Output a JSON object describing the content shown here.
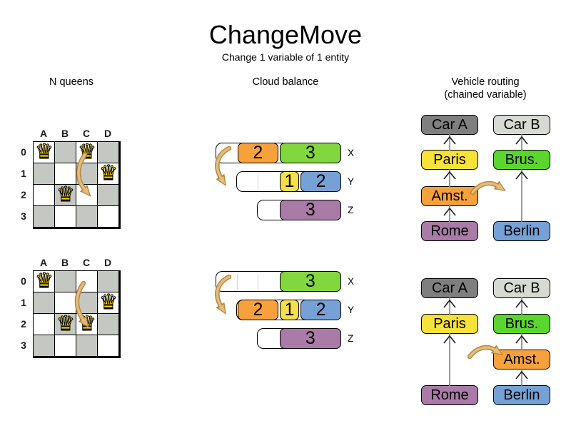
{
  "title": "ChangeMove",
  "subtitle": "Change 1 variable of 1 entity",
  "sections": {
    "nqueens": {
      "header": "N queens"
    },
    "cloud": {
      "header": "Cloud balance"
    },
    "vehicle": {
      "header": "Vehicle routing",
      "header2": "(chained variable)"
    }
  },
  "icons": {
    "queen": "♛",
    "move_arrow": "curved-tan-arrow",
    "chain_arrow": "up-chevron"
  },
  "colors": {
    "orange": "#f7a13c",
    "green": "#82d73e",
    "yellow": "#f5e04a",
    "blue": "#76a1d6",
    "purple": "#a97ba6",
    "car_a_gray": "#7f7f7f",
    "car_b_gray": "#d7dad3",
    "vr_green": "#5bd62e",
    "vr_yellow": "#f7e13b",
    "board_gray": "#c5c8c2",
    "arrow_tan": "#e4bc80",
    "arrow_tan_dark": "#b8863b",
    "line_gray": "#808080",
    "queen_gold": "#ffd700"
  },
  "nqueens": {
    "col_headers": [
      "A",
      "B",
      "C",
      "D"
    ],
    "row_headers": [
      "0",
      "1",
      "2",
      "3"
    ],
    "boards": [
      {
        "name": "before",
        "queens": [
          {
            "col": "A",
            "row": "0"
          },
          {
            "col": "C",
            "row": "0"
          },
          {
            "col": "D",
            "row": "1"
          },
          {
            "col": "B",
            "row": "2"
          }
        ],
        "move": {
          "from": "C0",
          "to": "C2"
        }
      },
      {
        "name": "after",
        "queens": [
          {
            "col": "A",
            "row": "0"
          },
          {
            "col": "D",
            "row": "1"
          },
          {
            "col": "B",
            "row": "2"
          },
          {
            "col": "C",
            "row": "2"
          }
        ],
        "move": {
          "from": "C0",
          "to": "C2"
        }
      }
    ]
  },
  "cloud": {
    "diagrams": [
      {
        "name": "before",
        "rows": [
          {
            "label": "X",
            "capacity": 6,
            "segments": [
              {
                "type": "empty",
                "size": 1
              },
              {
                "type": "block",
                "size": 2,
                "color": "orange",
                "value": "2"
              },
              {
                "type": "block",
                "size": 3,
                "color": "green",
                "value": "3"
              }
            ]
          },
          {
            "label": "Y",
            "capacity": 5,
            "segments": [
              {
                "type": "empty",
                "size": 2
              },
              {
                "type": "block",
                "size": 1,
                "color": "yellow",
                "value": "1"
              },
              {
                "type": "block",
                "size": 2,
                "color": "blue",
                "value": "2"
              }
            ]
          },
          {
            "label": "Z",
            "capacity": 4,
            "segments": [
              {
                "type": "empty",
                "size": 1
              },
              {
                "type": "block",
                "size": 3,
                "color": "purple",
                "value": "3"
              }
            ]
          }
        ],
        "move": {
          "block": "2",
          "from": "X",
          "to": "Y"
        }
      },
      {
        "name": "after",
        "rows": [
          {
            "label": "X",
            "capacity": 6,
            "segments": [
              {
                "type": "empty",
                "size": 3
              },
              {
                "type": "block",
                "size": 3,
                "color": "green",
                "value": "3"
              }
            ]
          },
          {
            "label": "Y",
            "capacity": 5,
            "segments": [
              {
                "type": "block",
                "size": 2,
                "color": "orange",
                "value": "2"
              },
              {
                "type": "block",
                "size": 1,
                "color": "yellow",
                "value": "1"
              },
              {
                "type": "block",
                "size": 2,
                "color": "blue",
                "value": "2"
              }
            ]
          },
          {
            "label": "Z",
            "capacity": 4,
            "segments": [
              {
                "type": "empty",
                "size": 1
              },
              {
                "type": "block",
                "size": 3,
                "color": "purple",
                "value": "3"
              }
            ]
          }
        ],
        "move": {
          "block": "2",
          "from": "X",
          "to": "Y"
        }
      }
    ]
  },
  "vehicle": {
    "diagrams": [
      {
        "name": "before",
        "chains": [
          {
            "nodes": [
              {
                "label": "Car A",
                "color": "car_a_gray",
                "slot": 0
              },
              {
                "label": "Paris",
                "color": "vr_yellow",
                "slot": 1
              },
              {
                "label": "Amst.",
                "color": "orange",
                "slot": 2
              },
              {
                "label": "Rome",
                "color": "purple",
                "slot": 3
              }
            ]
          },
          {
            "nodes": [
              {
                "label": "Car B",
                "color": "car_b_gray",
                "slot": 0
              },
              {
                "label": "Brus.",
                "color": "vr_green",
                "slot": 1
              },
              {
                "label": "Berlin",
                "color": "blue",
                "slot": 3
              }
            ]
          }
        ],
        "move": {
          "entity": "Amst.",
          "from": "Car A chain",
          "to": "Car B chain"
        }
      },
      {
        "name": "after",
        "chains": [
          {
            "nodes": [
              {
                "label": "Car A",
                "color": "car_a_gray",
                "slot": 0
              },
              {
                "label": "Paris",
                "color": "vr_yellow",
                "slot": 1
              },
              {
                "label": "Rome",
                "color": "purple",
                "slot": 3
              }
            ]
          },
          {
            "nodes": [
              {
                "label": "Car B",
                "color": "car_b_gray",
                "slot": 0
              },
              {
                "label": "Brus.",
                "color": "vr_green",
                "slot": 1
              },
              {
                "label": "Amst.",
                "color": "orange",
                "slot": 2
              },
              {
                "label": "Berlin",
                "color": "blue",
                "slot": 3
              }
            ]
          }
        ],
        "move": {
          "entity": "Amst.",
          "from": "Car A chain",
          "to": "Car B chain"
        }
      }
    ]
  }
}
